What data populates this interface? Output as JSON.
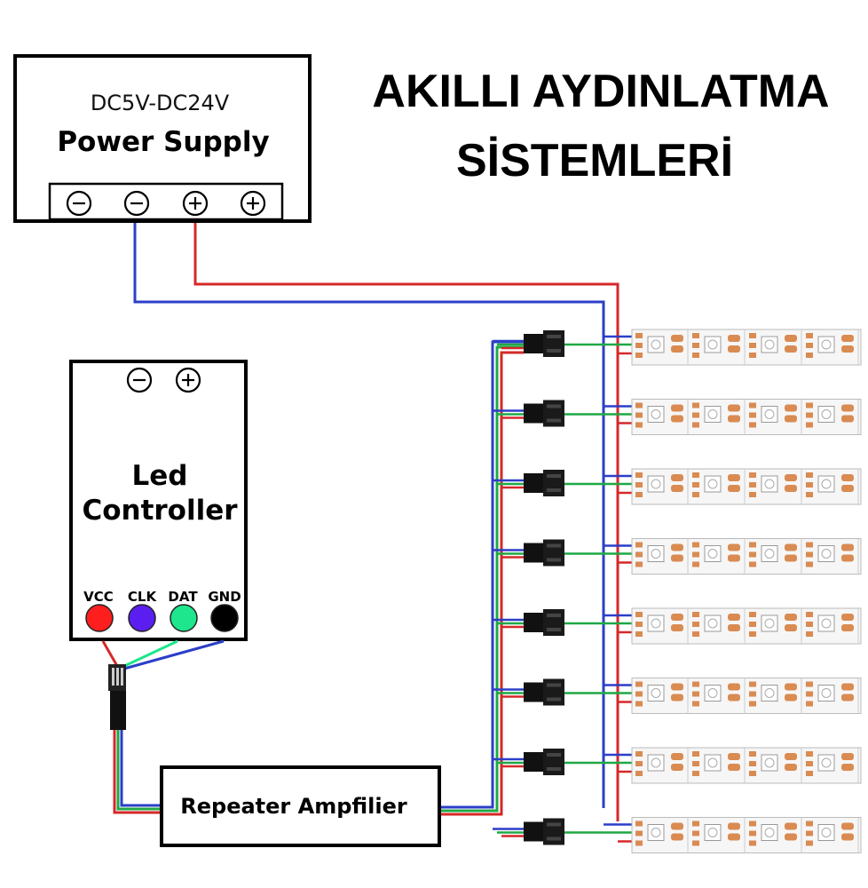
{
  "title": {
    "line1": "AKILLI AYDINLATMA",
    "line2": "SİSTEMLERİ"
  },
  "power_supply": {
    "voltage": "DC5V-DC24V",
    "label": "Power Supply",
    "terminals": [
      "minus",
      "minus",
      "plus",
      "plus"
    ]
  },
  "led_controller": {
    "line1": "Led",
    "line2": "Controller",
    "power_terminals": [
      "minus",
      "plus"
    ],
    "pins": [
      {
        "label": "VCC",
        "color": "#ff1e1e"
      },
      {
        "label": "CLK",
        "color": "#5a1ef0"
      },
      {
        "label": "DAT",
        "color": "#1ee68c"
      },
      {
        "label": "GND",
        "color": "#000000"
      }
    ]
  },
  "repeater": {
    "label": "Repeater Ampfilier"
  },
  "strips": {
    "count": 8
  },
  "colors": {
    "red_wire": "#d62828",
    "blue_wire": "#2b3fc8",
    "green_wire": "#1fa845",
    "strip_pad": "#d98b52"
  }
}
